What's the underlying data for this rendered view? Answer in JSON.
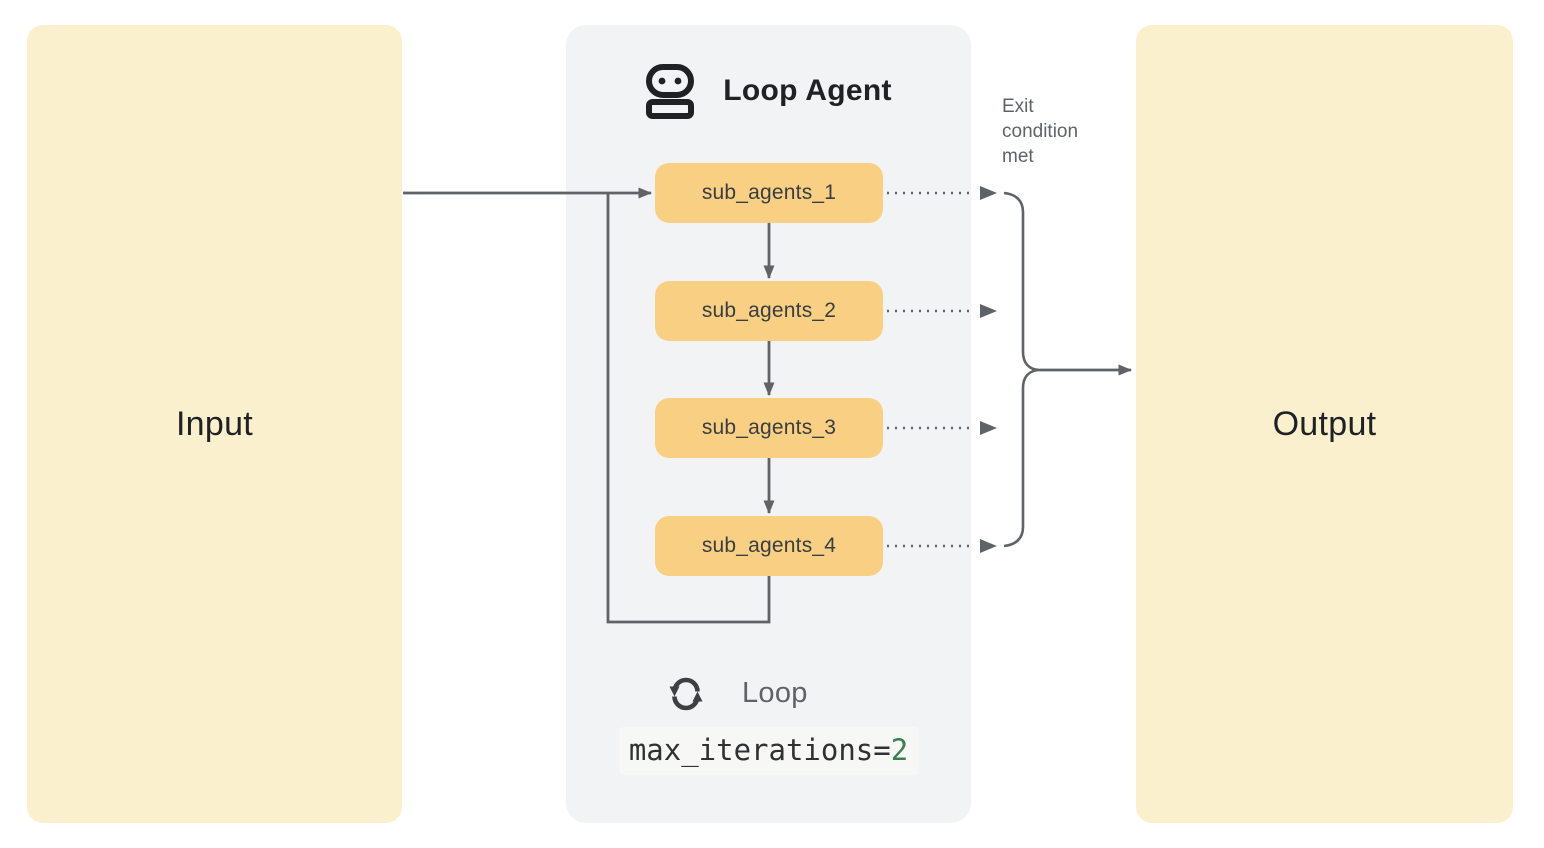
{
  "diagram": {
    "input_label": "Input",
    "output_label": "Output",
    "exit_condition_label": "Exit condition met",
    "loop_agent": {
      "title": "Loop Agent",
      "icon": "robot-icon",
      "sub_agents": [
        "sub_agents_1",
        "sub_agents_2",
        "sub_agents_3",
        "sub_agents_4"
      ],
      "loop": {
        "icon": "loop-sync-icon",
        "label": "Loop",
        "code": {
          "text": "max_iterations=",
          "value": "2"
        }
      }
    },
    "colors": {
      "io_box_fill": "#FAF0CD",
      "panel_fill": "#F2F3F5",
      "sub_agent_fill": "#F9D083",
      "sub_agent_text": "#3A3D41",
      "connector": "#5F6368",
      "text_dark": "#202124",
      "text_gray": "#5F6368",
      "code_bg": "#F7F8F6",
      "code_text": "#303134",
      "code_value_green": "#3E7D52"
    }
  }
}
